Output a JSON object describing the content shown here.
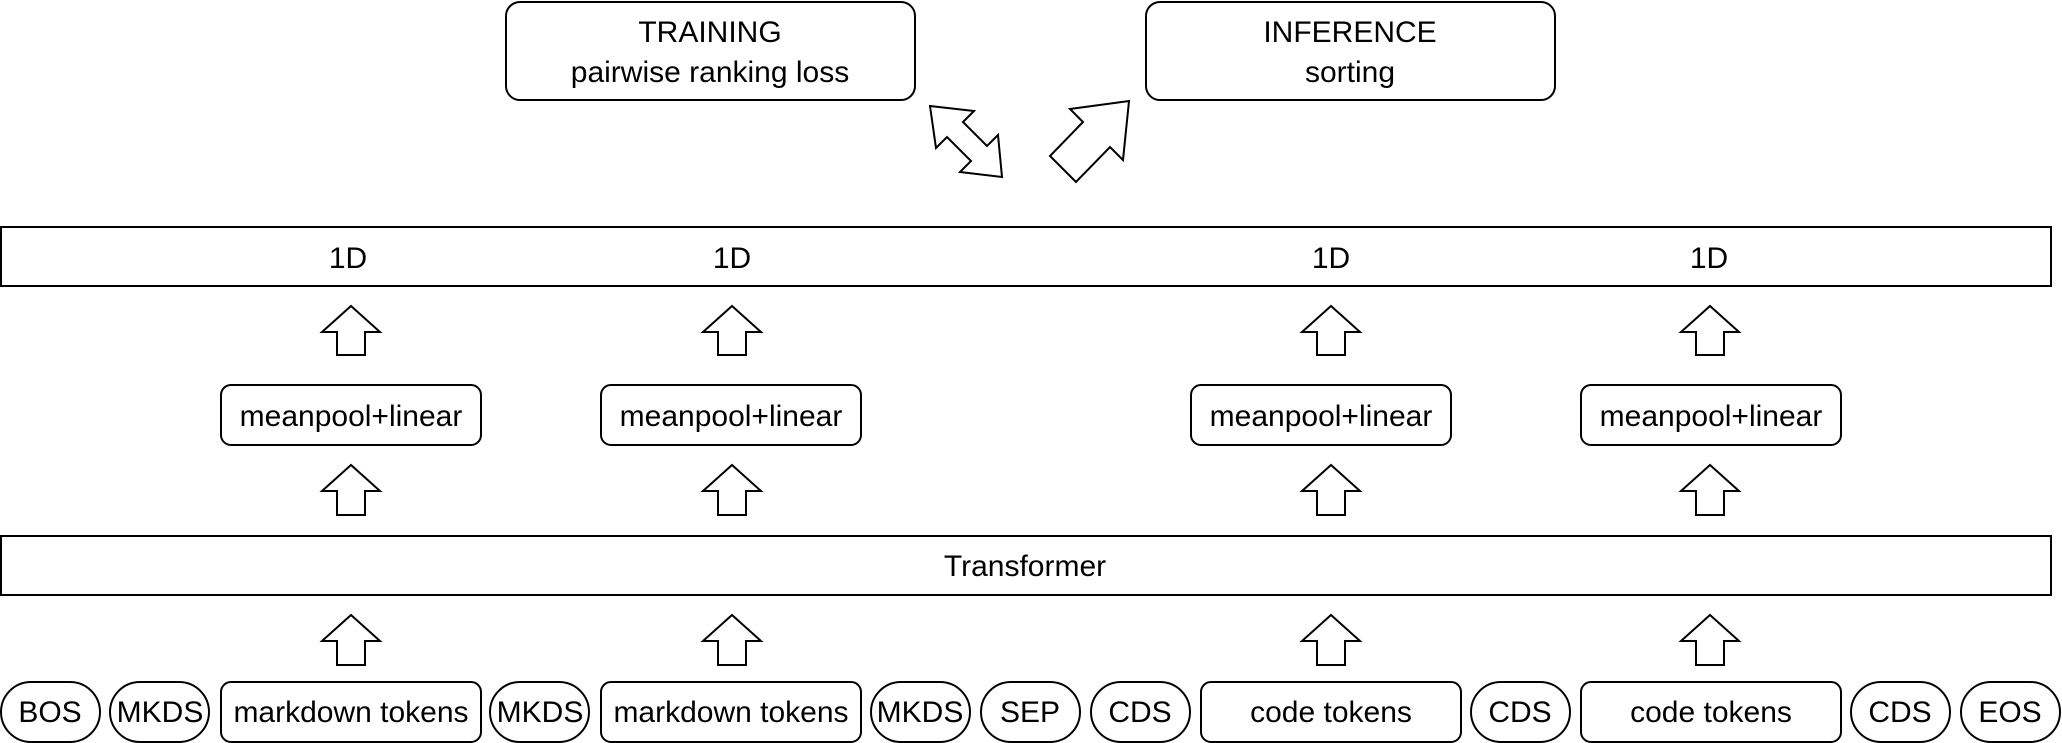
{
  "training": {
    "title": "TRAINING",
    "subtitle": "pairwise ranking loss"
  },
  "inference": {
    "title": "INFERENCE",
    "subtitle": "sorting"
  },
  "output_layer": {
    "labels": [
      "1D",
      "1D",
      "1D",
      "1D"
    ]
  },
  "heads": [
    "meanpool+linear",
    "meanpool+linear",
    "meanpool+linear",
    "meanpool+linear"
  ],
  "transformer": {
    "label": "Transformer"
  },
  "tokens": [
    {
      "label": "BOS",
      "shape": "pill"
    },
    {
      "label": "MKDS",
      "shape": "pill"
    },
    {
      "label": "markdown tokens",
      "shape": "rect"
    },
    {
      "label": "MKDS",
      "shape": "pill"
    },
    {
      "label": "markdown tokens",
      "shape": "rect"
    },
    {
      "label": "MKDS",
      "shape": "pill"
    },
    {
      "label": "SEP",
      "shape": "pill"
    },
    {
      "label": "CDS",
      "shape": "pill"
    },
    {
      "label": "code tokens",
      "shape": "rect"
    },
    {
      "label": "CDS",
      "shape": "pill"
    },
    {
      "label": "code tokens",
      "shape": "rect"
    },
    {
      "label": "CDS",
      "shape": "pill"
    },
    {
      "label": "EOS",
      "shape": "pill"
    }
  ]
}
